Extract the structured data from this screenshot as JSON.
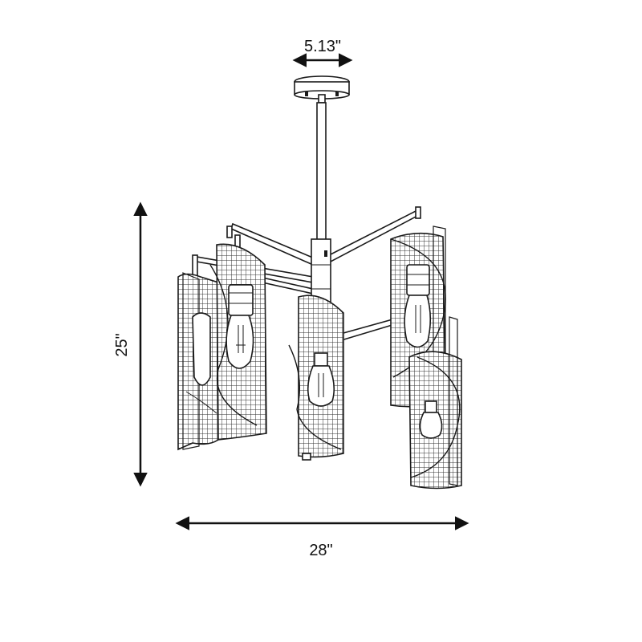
{
  "dimensions": {
    "canopy_width": "5.13\"",
    "height": "25\"",
    "width": "28\""
  },
  "colors": {
    "line": "#1a1a1a",
    "background": "#ffffff"
  }
}
